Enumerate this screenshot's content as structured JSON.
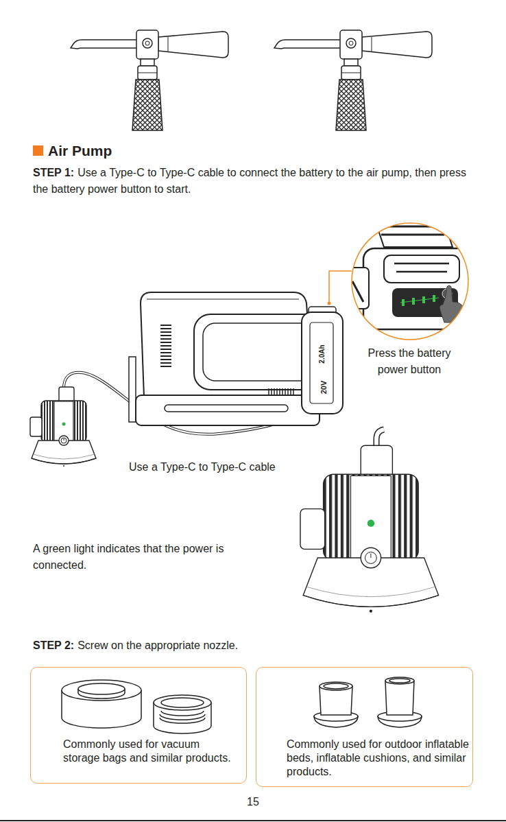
{
  "diagram": {
    "title": "Air Pump",
    "nodes": [
      {
        "text": [
          "Commonly used for vacuum storage bags and similar products."
        ]
      },
      {
        "text": [
          "Commonly used for outdoor inflatable beds, inflatable cushions, and similar products."
        ]
      }
    ],
    "edges": [],
    "labels": [
      "STEP 1:",
      "Use a Type-C to Type-C cable to connect the battery to the air pump, then press the battery power button to start.",
      "20V",
      "2.0Ah",
      "Press the battery power button",
      "Use a Type-C to Type-C cable",
      "A green light indicates that the power is connected.",
      "STEP 2:",
      "Screw on the appropriate nozzle.",
      "15"
    ]
  }
}
